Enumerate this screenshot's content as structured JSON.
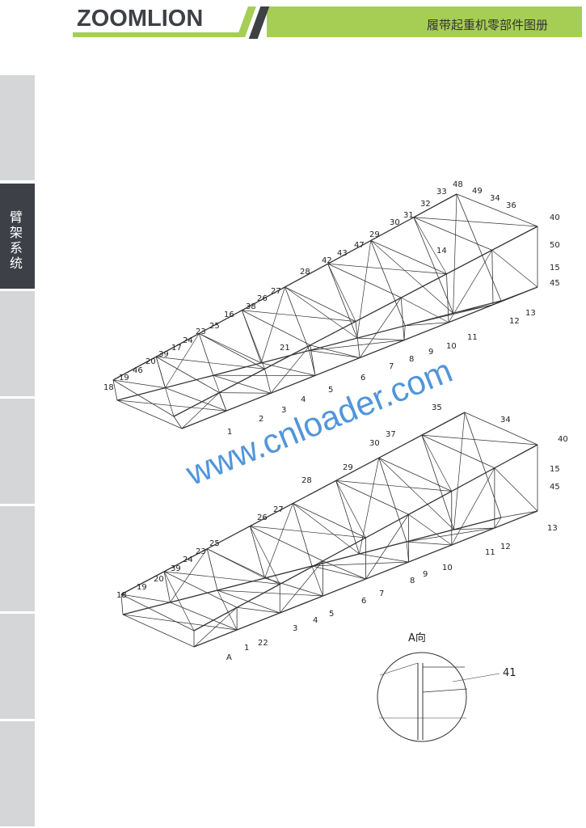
{
  "header": {
    "logo": "ZOOMLION",
    "title": "履带起重机零部件图册"
  },
  "tabs": [
    {
      "label": ""
    },
    {
      "label": "臂架系统",
      "active": true
    },
    {
      "label": ""
    },
    {
      "label": ""
    },
    {
      "label": ""
    },
    {
      "label": ""
    },
    {
      "label": ""
    }
  ],
  "watermark": "www.cnloader.com",
  "upper_labels": [
    "48",
    "33",
    "49",
    "34",
    "32",
    "36",
    "40",
    "31",
    "30",
    "50",
    "29",
    "14",
    "15",
    "47",
    "43",
    "42",
    "45",
    "28",
    "27",
    "13",
    "26",
    "38",
    "12",
    "16",
    "11",
    "25",
    "10",
    "23",
    "21",
    "9",
    "24",
    "17",
    "8",
    "39",
    "7",
    "20",
    "6",
    "46",
    "5",
    "19",
    "18",
    "4",
    "3",
    "2",
    "1"
  ],
  "lower_labels": [
    "35",
    "34",
    "40",
    "37",
    "30",
    "15",
    "29",
    "45",
    "28",
    "27",
    "26",
    "13",
    "12",
    "11",
    "10",
    "25",
    "9",
    "23",
    "8",
    "24",
    "39",
    "20",
    "19",
    "18",
    "6",
    "7",
    "5",
    "4",
    "3",
    "22",
    "1",
    "A"
  ],
  "detail": {
    "view_label": "A向",
    "part": "41"
  }
}
